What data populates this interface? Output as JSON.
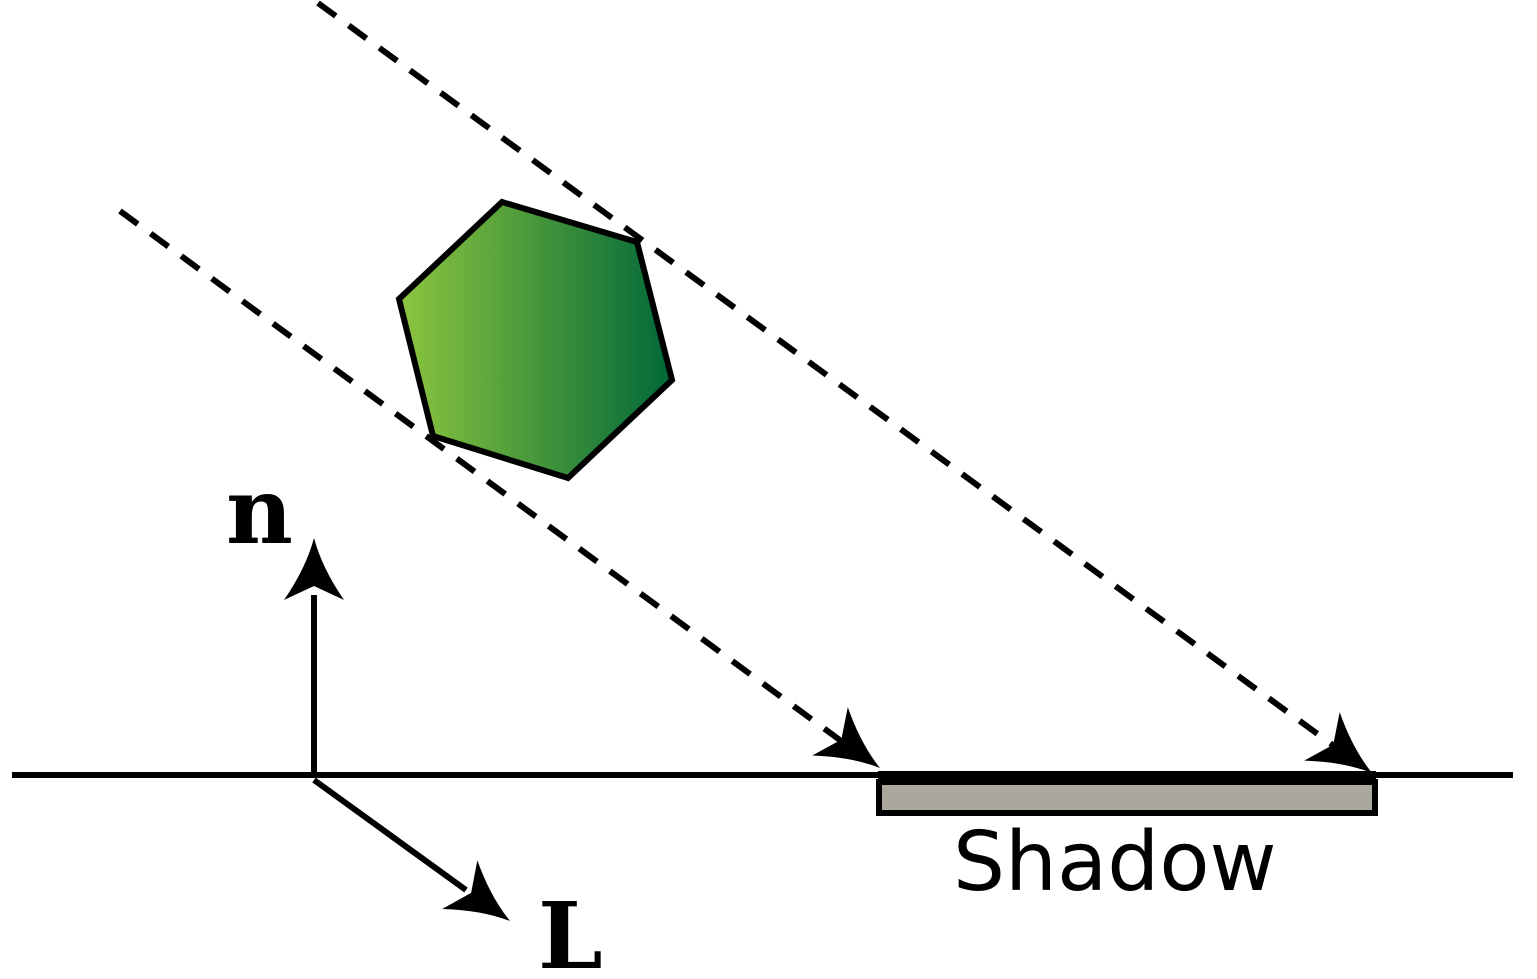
{
  "labels": {
    "normal": "n",
    "light": "L",
    "shadow": "Shadow"
  },
  "colors": {
    "hexagon_light": "#8dc63f",
    "hexagon_dark": "#006838",
    "shadow_fill": "#aaa89d",
    "stroke": "#000000"
  }
}
